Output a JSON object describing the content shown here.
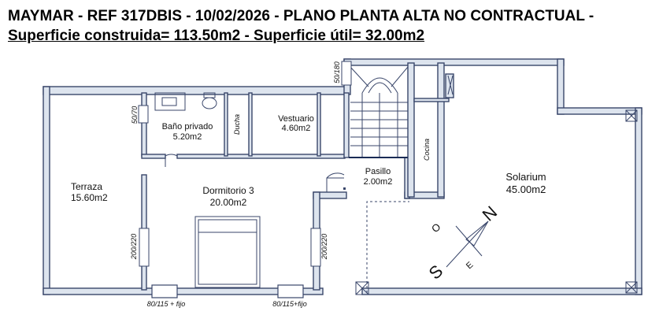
{
  "header": {
    "line1": "MAYMAR - REF 317DBIS - 10/02/2026 - PLANO PLANTA ALTA NO CONTRACTUAL -",
    "line2": "Superficie construida= 113.50m2 - Superficie útil= 32.00m2"
  },
  "rooms": {
    "bano": {
      "name": "Baño privado",
      "area": "5.20m2"
    },
    "ducha": {
      "name": "Ducha"
    },
    "vestuario": {
      "name": "Vestuario",
      "area": "4.60m2"
    },
    "terraza": {
      "name": "Terraza",
      "area": "15.60m2"
    },
    "dormitorio": {
      "name": "Dormitorio 3",
      "area": "20.00m2"
    },
    "pasillo": {
      "name": "Pasillo",
      "area": "2.00m2"
    },
    "cocina": {
      "name": "Cocina"
    },
    "solarium": {
      "name": "Solarium",
      "area": "45.00m2"
    }
  },
  "openings": {
    "window_top": "50/180",
    "window_bano": "50/70",
    "door_left": "200/220",
    "door_right": "200/220",
    "window_bottom_left": "80/115 + fijo",
    "window_bottom_right": "80/115+fijo"
  },
  "compass": {
    "n": "N",
    "s": "S",
    "o": "O",
    "e": "E"
  },
  "colors": {
    "wall_fill": "#dde4ee",
    "wall_stroke": "#39466a"
  }
}
